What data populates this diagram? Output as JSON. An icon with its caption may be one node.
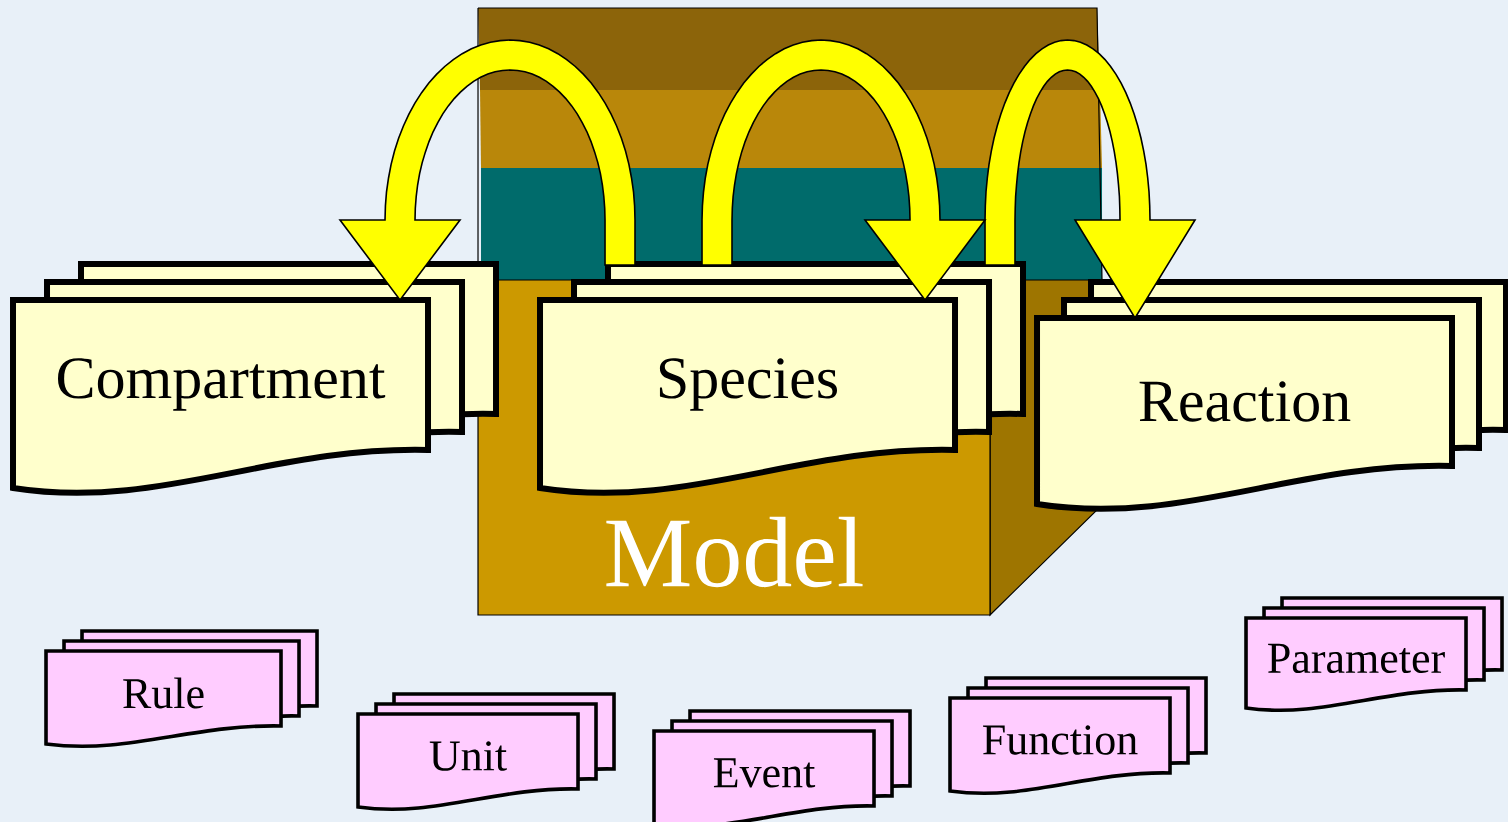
{
  "diagram": {
    "nodes": [
      {
        "text": [
          "Model"
        ]
      },
      {
        "text": [
          "Compartment"
        ]
      },
      {
        "text": [
          "Species"
        ],
        "in": 0
      },
      {
        "text": [
          "Reaction"
        ]
      },
      {
        "text": [
          "Rule"
        ]
      },
      {
        "text": [
          "Unit"
        ]
      },
      {
        "text": [
          "Event"
        ]
      },
      {
        "text": [
          "Function"
        ]
      },
      {
        "text": [
          "Parameter"
        ]
      }
    ],
    "edges": [
      {
        "from": 0,
        "to": 1,
        "arrow": "to"
      },
      {
        "from": 0,
        "to": 2,
        "arrow": "to"
      },
      {
        "from": 0,
        "to": 3,
        "arrow": "to"
      }
    ]
  }
}
